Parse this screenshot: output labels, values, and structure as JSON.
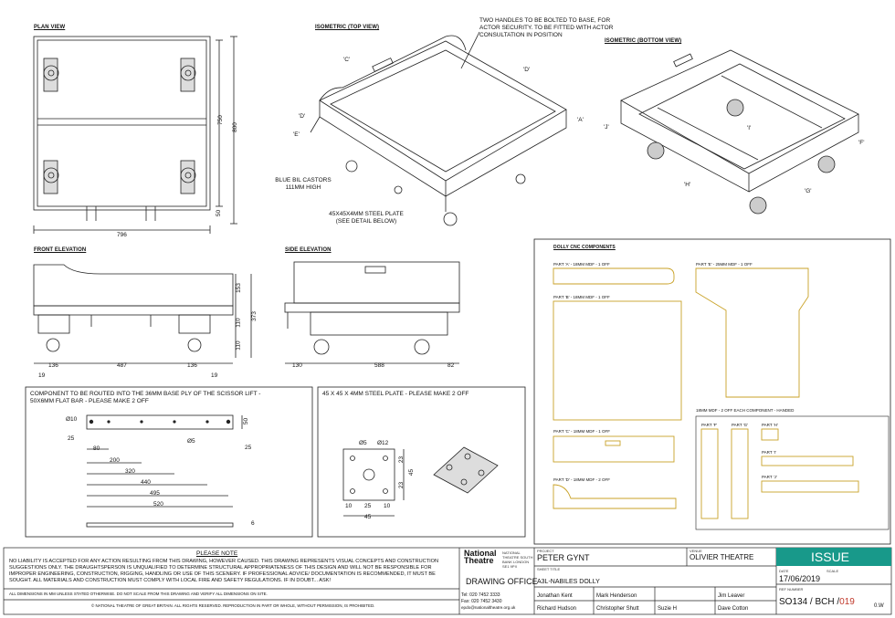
{
  "views": {
    "plan": "PLAN VIEW",
    "iso_top": "ISOMETRIC (TOP VIEW)",
    "iso_bottom": "ISOMETRIC (BOTTOM VIEW)",
    "front": "FRONT ELEVATION",
    "side": "SIDE ELEVATION",
    "cnc": "DOLLY CNC COMPONENTS"
  },
  "notes": {
    "handles": "TWO HANDLES TO BE BOLTED TO BASE, FOR ACTOR SECURITY. TO BE FITTED WITH ACTOR CONSULTATION IN POSITION",
    "castors": "BLUE BIL CASTORS 111MM HIGH",
    "plate": "45X45X4MM STEEL PLATE (SEE DETAIL BELOW)"
  },
  "iso_labels": {
    "top": [
      "'C'",
      "'D'",
      "'D'",
      "'E'",
      "'A'"
    ],
    "bottom": [
      "'J'",
      "'I'",
      "'F'",
      "'H'",
      "'G'"
    ]
  },
  "dims": {
    "plan": [
      "796",
      "750",
      "800",
      "50"
    ],
    "front": [
      "136",
      "487",
      "136",
      "19",
      "19",
      "153",
      "110",
      "110",
      "373"
    ],
    "side": [
      "130",
      "588",
      "82"
    ]
  },
  "detail_bar": {
    "title": "COMPONENT TO BE ROUTED INTO THE 36MM BASE PLY OF THE SCISSOR LIFT - 50X6MM FLAT BAR - PLEASE MAKE 2 OFF",
    "dims": [
      "Ø10",
      "25",
      "80",
      "200",
      "320",
      "440",
      "495",
      "520",
      "Ø5",
      "50",
      "25",
      "6"
    ]
  },
  "detail_plate": {
    "title": "45 X 45 X 4MM STEEL PLATE - PLEASE MAKE 2 OFF",
    "dims": [
      "Ø5",
      "Ø12",
      "23",
      "23",
      "45",
      "10",
      "25",
      "10",
      "45"
    ]
  },
  "cnc_parts": {
    "a": "PART 'A' - 18MM MDF - 1 OFF",
    "b": "PART 'B' - 18MM MDF - 1 OFF",
    "c": "PART 'C' - 18MM MDF - 1 OFF",
    "d": "PART 'D' - 18MM MDF - 2 OFF",
    "e": "PART 'E' - 25MM MDF - 1 OFF",
    "handed": "18MM MDF - 2 OFF EACH COMPONENT - HANDED",
    "f": "PART 'F'",
    "g": "PART 'G'",
    "h": "PART 'H'",
    "i": "PART 'I'",
    "j": "PART 'J'"
  },
  "titleblock": {
    "please_note": "PLEASE NOTE",
    "disclaimer": "NO LIABILITY IS ACCEPTED FOR ANY ACTION RESULTING FROM THIS DRAWING, HOWEVER CAUSED. THIS DRAWING REPRESENTS VISUAL CONCEPTS AND CONSTRUCTION SUGGESTIONS ONLY. THE DRAUGHTSPERSON IS UNQUALIFIED TO DETERMINE STRUCTURAL APPROPRIATENESS OF THIS DESIGN AND WILL NOT BE RESPONSIBLE FOR IMPROPER ENGINEERING, CONSTRUCTION, RIGGING, HANDLING OR USE OF THIS SCENERY. IF PROFESSIONAL ADVICE/ DOCUMENTATION IS RECOMMENDED, IT MUST BE SOUGHT. ALL MATERIALS AND CONSTRUCTION MUST COMPLY WITH LOCAL FIRE AND SAFETY REGULATIONS. IF IN DOUBT... ASK!",
    "dims_note": "ALL DIMENSIONS IN MM UNLESS STATED OTHERWISE. DO NOT SCALE FROM THIS DRAWING AND VERIFY ALL DIMENSIONS ON SITE.",
    "copyright": "© NATIONAL THEATRE OF GREAT BRITAIN. ALL RIGHTS RESERVED. REPRODUCTION IN PART OR WHOLE, WITHOUT PERMISSION, IS PROHIBITED.",
    "logo": "National Theatre",
    "address": "NATIONAL THEATRE SOUTH BANK LONDON SE1 9PX",
    "drawing_office": "DRAWING OFFICE",
    "tel": "Tel: 020 7452 3333",
    "fax": "Fax: 020 7452 3430",
    "email": "epdo@nationaltheatre.org.uk",
    "project_label": "PROJECT",
    "project": "PETER GYNT",
    "venue_label": "VENUE",
    "venue": "OLIVIER THEATRE",
    "sheet_label": "SHEET TITLE",
    "sheet": "A3L-NABILES DOLLY",
    "people": [
      "Jonathan Kent",
      "Mark Henderson",
      "Jim Leaver",
      "Richard Hudson",
      "Christopher Shutt",
      "Suzie H",
      "Dave Cotton"
    ],
    "issue": "ISSUE",
    "date_label": "DATE",
    "date": "17/06/2019",
    "scale_label": "SCALE",
    "ref_label": "REF NUMBER",
    "ref": "SO134 / BCH /",
    "ref_num": "019",
    "rev": "0.W"
  },
  "colors": {
    "cnc": "#c9a227",
    "issue_bg": "#18998a",
    "ref_red": "#c0392b"
  }
}
